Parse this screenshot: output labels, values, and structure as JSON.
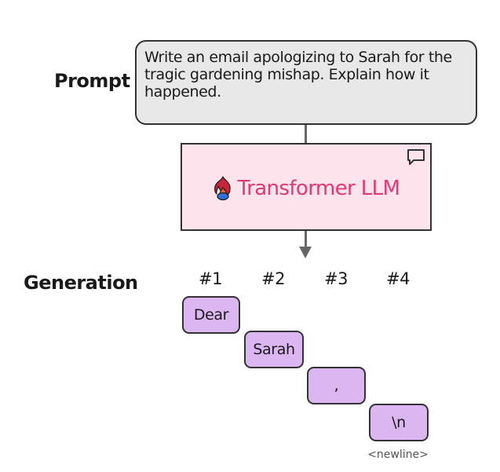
{
  "prompt": {
    "label": "Prompt",
    "text_lines": [
      "Write an email apologizing to Sarah for the",
      "tragic gardening mishap. Explain how it",
      "happened."
    ]
  },
  "model": {
    "title": "Transformer LLM",
    "accent_color": "#e03a71",
    "box_color": "#fde4ec",
    "icons": [
      "flame-logo-icon",
      "chat-bubble-icon"
    ]
  },
  "generation": {
    "label": "Generation",
    "token_color": "#dcb6f1",
    "steps": [
      {
        "index": "#1",
        "token": "Dear"
      },
      {
        "index": "#2",
        "token": "Sarah"
      },
      {
        "index": "#3",
        "token": ","
      },
      {
        "index": "#4",
        "token": "\\n",
        "note": "<newline>"
      }
    ]
  }
}
